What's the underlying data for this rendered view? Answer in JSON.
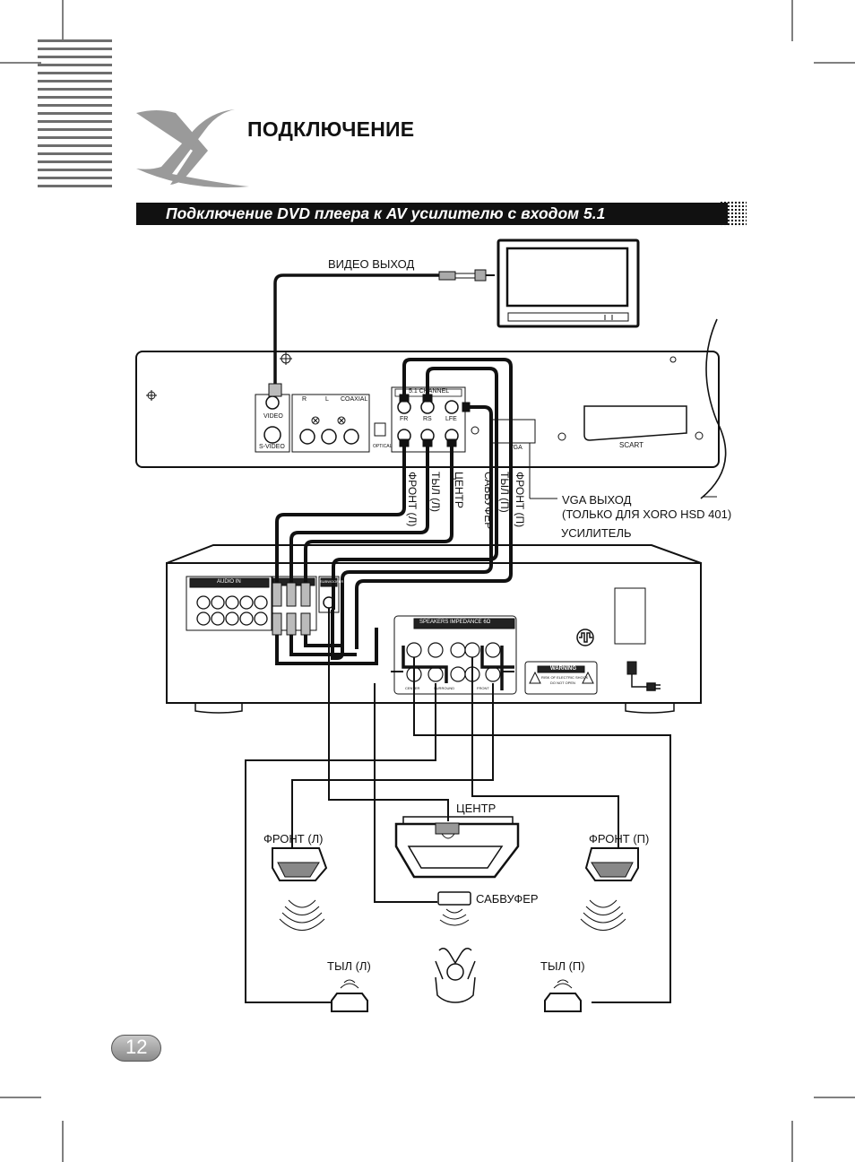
{
  "header": {
    "title": "ПОДКЛЮЧЕНИЕ",
    "section": "Подключение DVD плеера к AV усилителю с входом 5.1"
  },
  "page_number": "12",
  "dvd_panel": {
    "video": "VIDEO",
    "svideo": "S-VIDEO",
    "audio_r": "R",
    "audio_l": "L",
    "coaxial": "COAXIAL",
    "optical": "OPTICAL",
    "five_one": "5.1 CHANNEL",
    "fr": "FR",
    "rs": "RS",
    "lfe": "LFE",
    "vga": "VGA",
    "scart": "SCART"
  },
  "amp_panel": {
    "audio_in": "AUDIO IN",
    "subwoofer_out": "SUBWOOFER",
    "speakers_impedance": "SPEAKERS IMPEDANCE 6Ω",
    "center_terminal": "CENTER",
    "surround_terminal": "SURROUND",
    "front_terminal": "FRONT",
    "warning": "WARNING",
    "warning_text_1": "RISK OF ELECTRIC SHOCK",
    "warning_text_2": "DO NOT OPEN"
  },
  "labels": {
    "video_out": "ВИДЕО ВЫХОД",
    "vga_out_line1": "VGA ВЫХОД",
    "vga_out_line2": "(ТОЛЬКО ДЛЯ  XORO HSD 401)",
    "amplifier": "УСИЛИТЕЛЬ",
    "front_l_vert": "ФРОНТ (Л)",
    "rear_l_vert": "ТЫЛ (Л)",
    "center_vert": "ЦЕНТР",
    "sub_vert": "САБВУФЕР",
    "rear_r_vert": "ТЫЛ (П)",
    "front_r_vert": "ФРОНТ (П)",
    "center": "ЦЕНТР",
    "front_l": "ФРОНТ (Л)",
    "front_r": "ФРОНТ (П)",
    "subwoofer": "САБВУФЕР",
    "rear_l": "ТЫЛ (Л)",
    "rear_r": "ТЫЛ (П)"
  },
  "icons": [
    "xoro-logo-icon",
    "tv-icon",
    "dvd-player-icon",
    "amplifier-icon",
    "speaker-icon",
    "listener-icon",
    "power-plug-icon",
    "warning-icon"
  ]
}
